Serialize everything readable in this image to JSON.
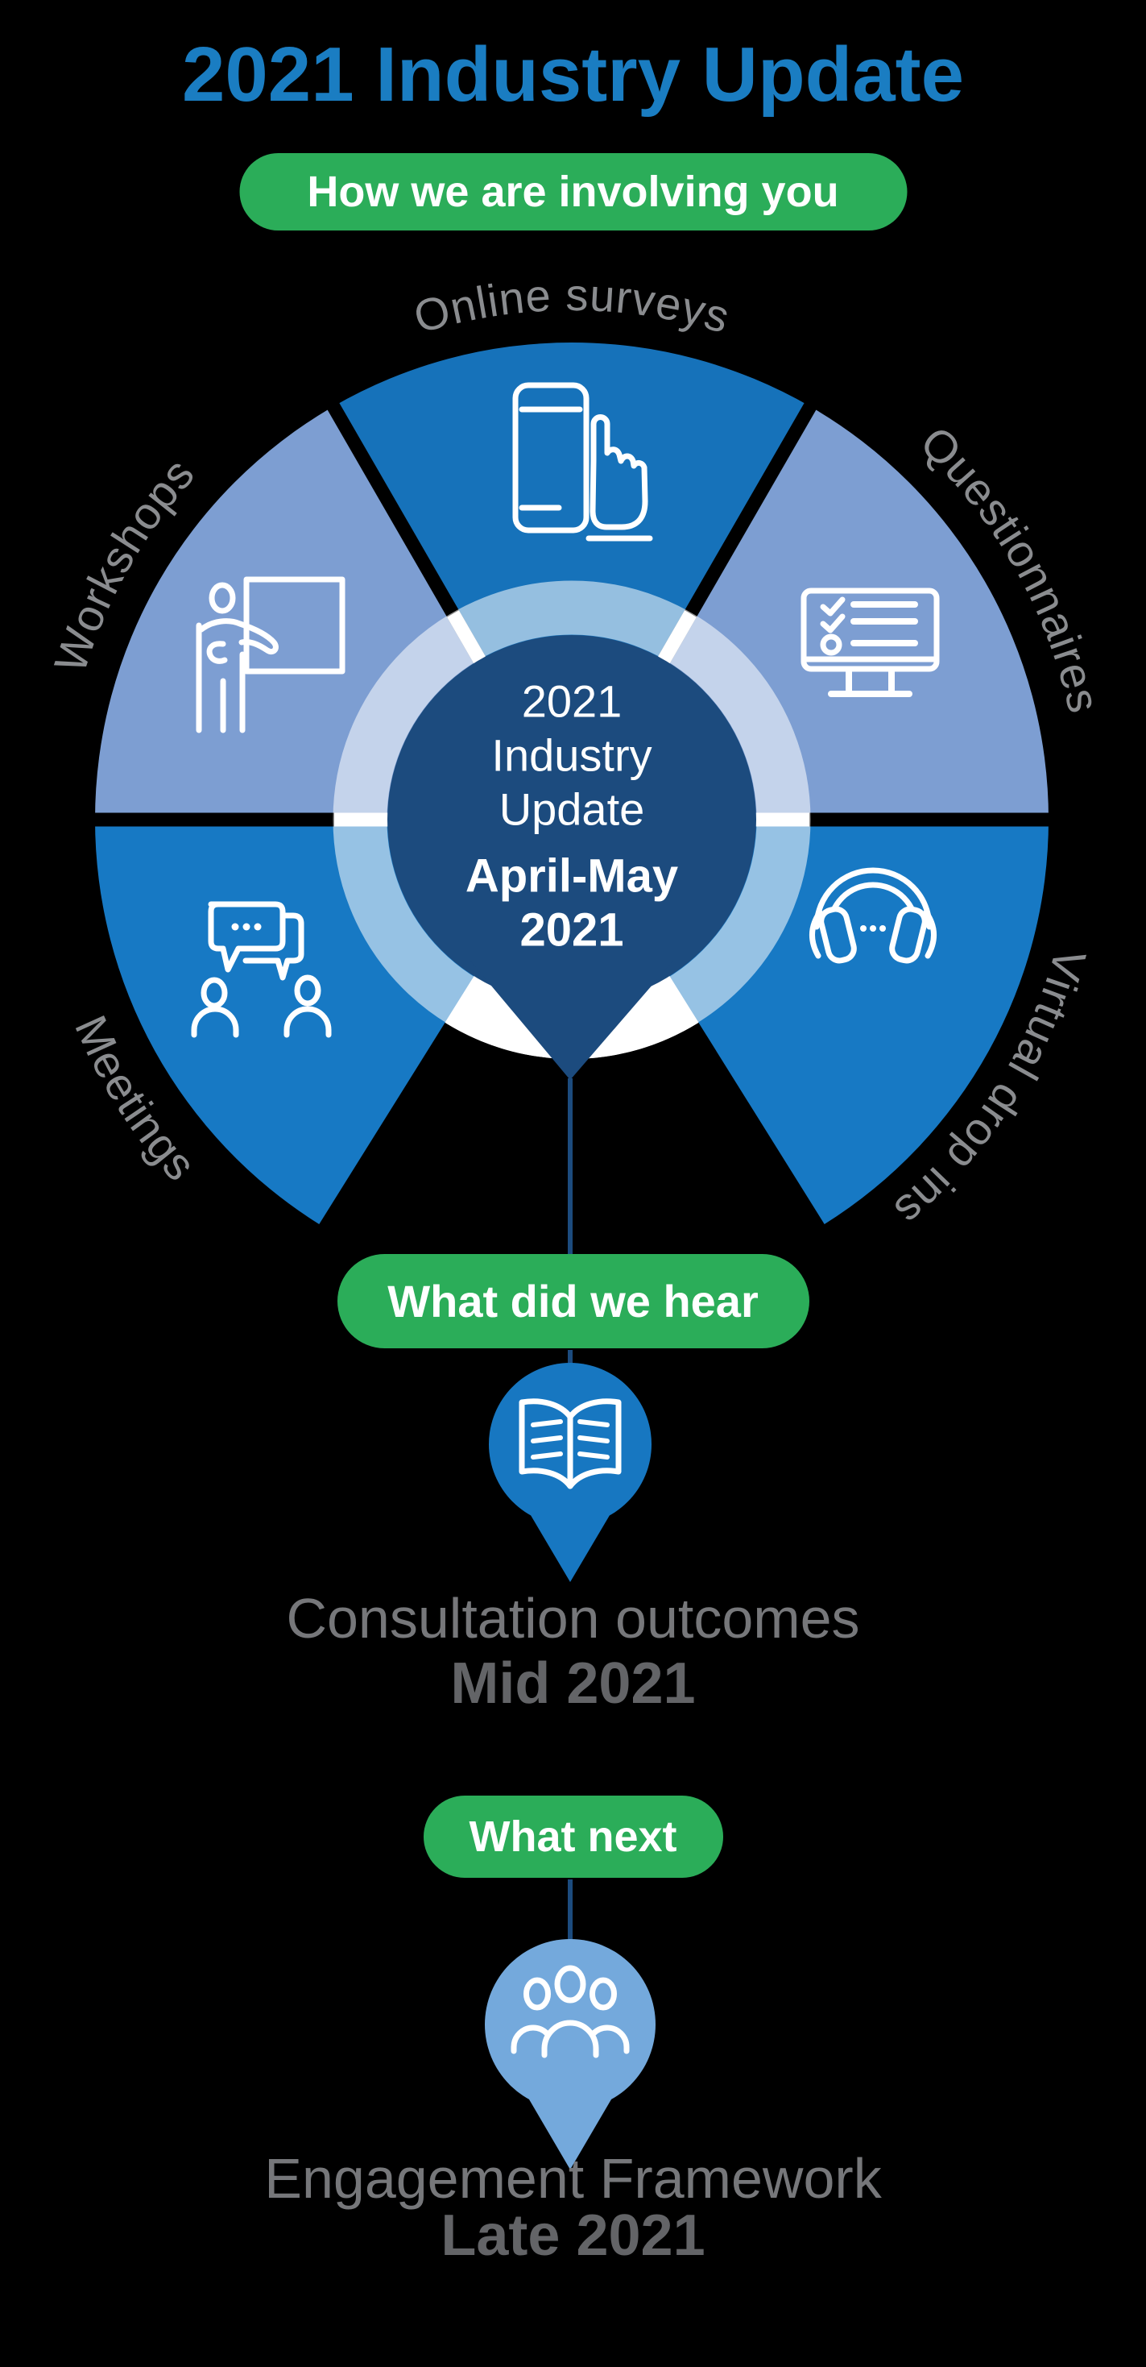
{
  "theme": {
    "background": "#000000",
    "title_blue": "#1a7dc2",
    "green": "#2bad59",
    "segment_light_blue": "#7d9ed2",
    "segment_top_blue": "#1672ba",
    "segment_bottom_blue": "#1779c4",
    "center_navy": "#1c4b7e",
    "pin_blue": "#1777c1",
    "pin_light_blue": "#74a9dc",
    "label_gray": "#8a8c8f",
    "text_gray": "#76777a",
    "date_gray": "#636467",
    "icon_white": "#ffffff"
  },
  "header": {
    "title": "2021 Industry Update",
    "badge": "How we are involving you"
  },
  "wheel": {
    "center": {
      "lines": [
        "2021",
        "Industry",
        "Update"
      ],
      "period_lines": [
        "April-May",
        "2021"
      ]
    },
    "segments": [
      {
        "label": "Workshops",
        "icon": "presenter-whiteboard-icon"
      },
      {
        "label": "Online surveys",
        "icon": "phone-tap-icon"
      },
      {
        "label": "Questionnaires",
        "icon": "monitor-checklist-icon"
      },
      {
        "label": "Meetings",
        "icon": "chat-people-icon"
      },
      {
        "label": "Virtual drop ins",
        "icon": "headphones-icon"
      }
    ]
  },
  "flow": {
    "hear_badge": "What did we hear",
    "milestone1": {
      "title": "Consultation outcomes",
      "date": "Mid 2021",
      "icon": "open-book-icon"
    },
    "next_badge": "What next",
    "milestone2": {
      "title": "Engagement Framework",
      "date": "Late 2021",
      "icon": "people-group-icon"
    }
  }
}
